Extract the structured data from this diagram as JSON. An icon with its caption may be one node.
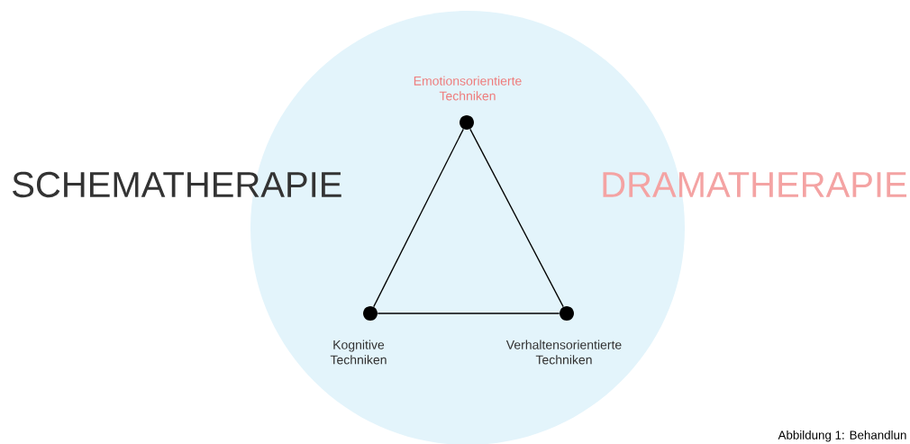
{
  "diagram": {
    "caption": "Abbildung 1: Behandlun",
    "nodes": [
      {
        "text": [],
        "shape": "circle"
      },
      {
        "text": [],
        "shape": "circle",
        "in": 0,
        "beside": [
          "Emotionsorientierte Techniken"
        ]
      },
      {
        "text": [],
        "shape": "circle",
        "in": 0,
        "beside": [
          "Kognitive Techniken"
        ]
      },
      {
        "text": [],
        "shape": "circle",
        "in": 0,
        "beside": [
          "Verhaltensorientierte Techniken"
        ]
      }
    ],
    "edges": [
      {
        "from": 1,
        "to": 2,
        "arrow": "none"
      },
      {
        "from": 2,
        "to": 3,
        "arrow": "none"
      },
      {
        "from": 3,
        "to": 1,
        "arrow": "none"
      }
    ],
    "labels": [
      "SCHEMATHERAPIE",
      "DRAMATHERAPIE"
    ]
  }
}
